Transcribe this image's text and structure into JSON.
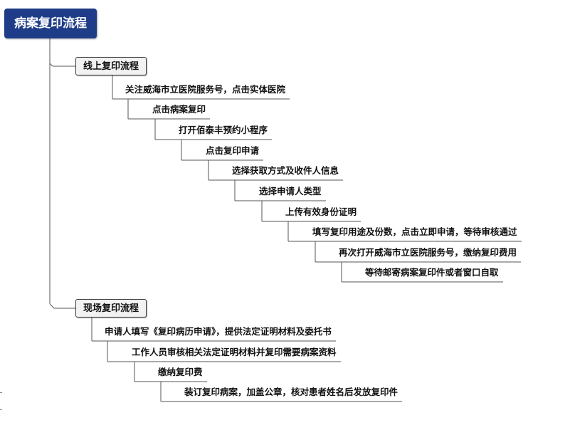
{
  "root": {
    "label": "病案复印流程"
  },
  "online": {
    "label": "线上复印流程",
    "steps": [
      "关注威海市立医院服务号，点击实体医院",
      "点击病案复印",
      "打开佰泰丰预约小程序",
      "点击复印申请",
      "选择获取方式及收件人信息",
      "选择申请人类型",
      "上传有效身份证明",
      "填写复印用途及份数，点击立即申请，等待审核通过",
      "再次打开威海市立医院服务号，缴纳复印费用",
      "等待邮寄病案复印件或者窗口自取"
    ]
  },
  "onsite": {
    "label": "现场复印流程",
    "steps": [
      "申请人填写《复印病历申请》，提供法定证明材料及委托书",
      "工作人员审核相关法定证明材料并复印需要病案资料",
      "缴纳复印费",
      "装订复印病案，加盖公章，核对患者姓名后发放复印件"
    ]
  },
  "colors": {
    "root_bg": "#1f3c88",
    "line": "#555555",
    "branch_bg": "#f2f2f2"
  }
}
